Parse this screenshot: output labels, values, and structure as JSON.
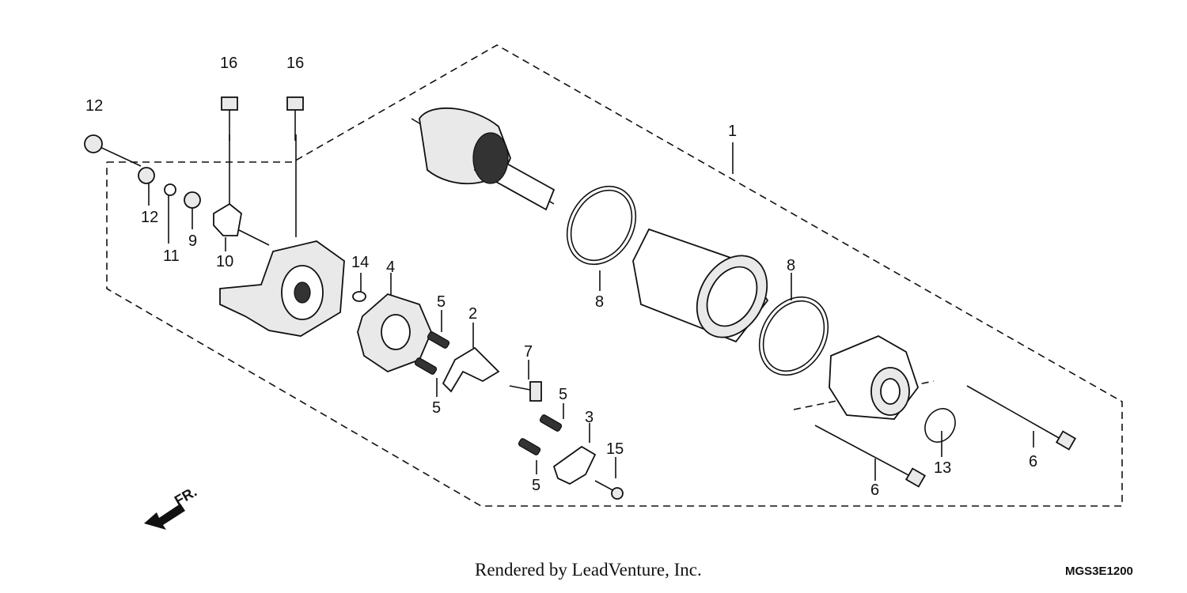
{
  "callouts": {
    "c1": "1",
    "c2": "2",
    "c3": "3",
    "c4": "4",
    "c5a": "5",
    "c5b": "5",
    "c5c": "5",
    "c5d": "5",
    "c6a": "6",
    "c6b": "6",
    "c7": "7",
    "c8a": "8",
    "c8b": "8",
    "c9": "9",
    "c10": "10",
    "c11": "11",
    "c12a": "12",
    "c12b": "12",
    "c13": "13",
    "c14": "14",
    "c15": "15",
    "c16a": "16",
    "c16b": "16"
  },
  "front_label": "FR.",
  "footer": {
    "credit": "Rendered by LeadVenture, Inc.",
    "code": "MGS3E1200"
  }
}
